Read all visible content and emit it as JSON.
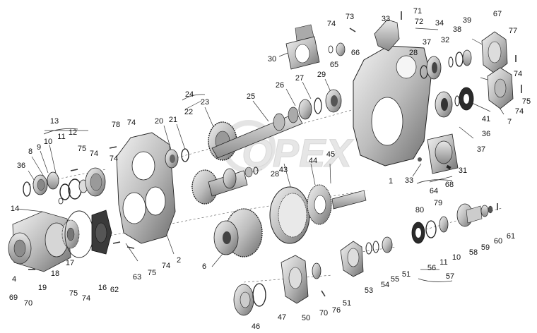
{
  "watermark": "OPEX",
  "colors": {
    "part": "#c9c9c9",
    "part_dark": "#7d7d7d",
    "outline": "#2a2a2a",
    "watermark": "#e7e7e7"
  },
  "callouts": [
    "1",
    "2",
    "4",
    "6",
    "7",
    "8",
    "9",
    "10",
    "11",
    "12",
    "13",
    "14",
    "16",
    "17",
    "18",
    "19",
    "20",
    "21",
    "22",
    "23",
    "24",
    "25",
    "26",
    "27",
    "28",
    "29",
    "30",
    "31",
    "32",
    "33",
    "34",
    "36",
    "37",
    "38",
    "39",
    "41",
    "43",
    "44",
    "45",
    "46",
    "47",
    "50",
    "51",
    "53",
    "54",
    "55",
    "56",
    "57",
    "58",
    "59",
    "60",
    "61",
    "62",
    "63",
    "64",
    "65",
    "66",
    "67",
    "68",
    "69",
    "70",
    "71",
    "72",
    "73",
    "74",
    "75",
    "76",
    "77",
    "78",
    "79",
    "80"
  ],
  "labels": [
    {
      "id": "l1",
      "text": "1"
    },
    {
      "id": "l2",
      "text": "2"
    },
    {
      "id": "l4",
      "text": "4"
    },
    {
      "id": "l6",
      "text": "6"
    },
    {
      "id": "l7",
      "text": "7"
    },
    {
      "id": "l8",
      "text": "8"
    },
    {
      "id": "l9",
      "text": "9"
    },
    {
      "id": "l10a",
      "text": "10"
    },
    {
      "id": "l11a",
      "text": "11"
    },
    {
      "id": "l12",
      "text": "12"
    },
    {
      "id": "l13",
      "text": "13"
    },
    {
      "id": "l14",
      "text": "14"
    },
    {
      "id": "l16",
      "text": "16"
    },
    {
      "id": "l17",
      "text": "17"
    },
    {
      "id": "l18",
      "text": "18"
    },
    {
      "id": "l19",
      "text": "19"
    },
    {
      "id": "l20",
      "text": "20"
    },
    {
      "id": "l21",
      "text": "21"
    },
    {
      "id": "l22",
      "text": "22"
    },
    {
      "id": "l23",
      "text": "23"
    },
    {
      "id": "l24",
      "text": "24"
    },
    {
      "id": "l25",
      "text": "25"
    },
    {
      "id": "l26",
      "text": "26"
    },
    {
      "id": "l27",
      "text": "27"
    },
    {
      "id": "l28a",
      "text": "28"
    },
    {
      "id": "l28b",
      "text": "28"
    },
    {
      "id": "l29",
      "text": "29"
    },
    {
      "id": "l30",
      "text": "30"
    },
    {
      "id": "l31",
      "text": "31"
    },
    {
      "id": "l32",
      "text": "32"
    },
    {
      "id": "l33a",
      "text": "33"
    },
    {
      "id": "l33b",
      "text": "33"
    },
    {
      "id": "l34",
      "text": "34"
    },
    {
      "id": "l36a",
      "text": "36"
    },
    {
      "id": "l36b",
      "text": "36"
    },
    {
      "id": "l37a",
      "text": "37"
    },
    {
      "id": "l37b",
      "text": "37"
    },
    {
      "id": "l38",
      "text": "38"
    },
    {
      "id": "l39",
      "text": "39"
    },
    {
      "id": "l41",
      "text": "41"
    },
    {
      "id": "l43",
      "text": "43"
    },
    {
      "id": "l44",
      "text": "44"
    },
    {
      "id": "l45",
      "text": "45"
    },
    {
      "id": "l46",
      "text": "46"
    },
    {
      "id": "l47",
      "text": "47"
    },
    {
      "id": "l50",
      "text": "50"
    },
    {
      "id": "l51a",
      "text": "51"
    },
    {
      "id": "l51b",
      "text": "51"
    },
    {
      "id": "l53",
      "text": "53"
    },
    {
      "id": "l54",
      "text": "54"
    },
    {
      "id": "l55",
      "text": "55"
    },
    {
      "id": "l56",
      "text": "56"
    },
    {
      "id": "l57",
      "text": "57"
    },
    {
      "id": "l58",
      "text": "58"
    },
    {
      "id": "l59",
      "text": "59"
    },
    {
      "id": "l60",
      "text": "60"
    },
    {
      "id": "l61",
      "text": "61"
    },
    {
      "id": "l62",
      "text": "62"
    },
    {
      "id": "l63",
      "text": "63"
    },
    {
      "id": "l64",
      "text": "64"
    },
    {
      "id": "l65",
      "text": "65"
    },
    {
      "id": "l66",
      "text": "66"
    },
    {
      "id": "l67",
      "text": "67"
    },
    {
      "id": "l68",
      "text": "68"
    },
    {
      "id": "l69",
      "text": "69"
    },
    {
      "id": "l70a",
      "text": "70"
    },
    {
      "id": "l70b",
      "text": "70"
    },
    {
      "id": "l71",
      "text": "71"
    },
    {
      "id": "l72",
      "text": "72"
    },
    {
      "id": "l73",
      "text": "73"
    },
    {
      "id": "l74a",
      "text": "74"
    },
    {
      "id": "l74b",
      "text": "74"
    },
    {
      "id": "l74c",
      "text": "74"
    },
    {
      "id": "l74d",
      "text": "74"
    },
    {
      "id": "l74e",
      "text": "74"
    },
    {
      "id": "l74f",
      "text": "74"
    },
    {
      "id": "l74g",
      "text": "74"
    },
    {
      "id": "l74h",
      "text": "74"
    },
    {
      "id": "l75a",
      "text": "75"
    },
    {
      "id": "l75b",
      "text": "75"
    },
    {
      "id": "l75c",
      "text": "75"
    },
    {
      "id": "l75d",
      "text": "75"
    },
    {
      "id": "l76",
      "text": "76"
    },
    {
      "id": "l77",
      "text": "77"
    },
    {
      "id": "l78",
      "text": "78"
    },
    {
      "id": "l79",
      "text": "79"
    },
    {
      "id": "l80",
      "text": "80"
    },
    {
      "id": "l10b",
      "text": "10"
    },
    {
      "id": "l11b",
      "text": "11"
    }
  ]
}
